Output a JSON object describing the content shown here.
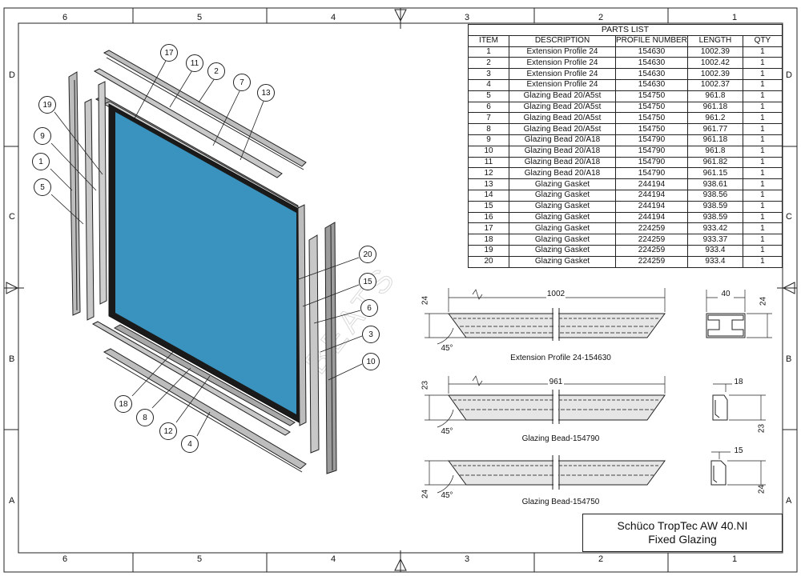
{
  "zones": {
    "top": [
      "6",
      "5",
      "4",
      "3",
      "2",
      "1"
    ],
    "bottom": [
      "6",
      "5",
      "4",
      "3",
      "2",
      "1"
    ],
    "left": [
      "D",
      "C",
      "B",
      "A"
    ],
    "right": [
      "D",
      "C",
      "B",
      "A"
    ]
  },
  "parts_list": {
    "title": "PARTS LIST",
    "headers": [
      "ITEM",
      "DESCRIPTION",
      "PROFILE NUMBER",
      "LENGTH",
      "QTY"
    ],
    "rows": [
      [
        "1",
        "Extension Profile 24",
        "154630",
        "1002.39",
        "1"
      ],
      [
        "2",
        "Extension Profile 24",
        "154630",
        "1002.42",
        "1"
      ],
      [
        "3",
        "Extension Profile 24",
        "154630",
        "1002.39",
        "1"
      ],
      [
        "4",
        "Extension Profile 24",
        "154630",
        "1002.37",
        "1"
      ],
      [
        "5",
        "Glazing Bead 20/A5st",
        "154750",
        "961.8",
        "1"
      ],
      [
        "6",
        "Glazing Bead 20/A5st",
        "154750",
        "961.18",
        "1"
      ],
      [
        "7",
        "Glazing Bead 20/A5st",
        "154750",
        "961.2",
        "1"
      ],
      [
        "8",
        "Glazing Bead 20/A5st",
        "154750",
        "961.77",
        "1"
      ],
      [
        "9",
        "Glazing Bead 20/A18",
        "154790",
        "961.18",
        "1"
      ],
      [
        "10",
        "Glazing Bead 20/A18",
        "154790",
        "961.8",
        "1"
      ],
      [
        "11",
        "Glazing Bead 20/A18",
        "154790",
        "961.82",
        "1"
      ],
      [
        "12",
        "Glazing Bead 20/A18",
        "154790",
        "961.15",
        "1"
      ],
      [
        "13",
        "Glazing Gasket",
        "244194",
        "938.61",
        "1"
      ],
      [
        "14",
        "Glazing Gasket",
        "244194",
        "938.56",
        "1"
      ],
      [
        "15",
        "Glazing Gasket",
        "244194",
        "938.59",
        "1"
      ],
      [
        "16",
        "Glazing Gasket",
        "244194",
        "938.59",
        "1"
      ],
      [
        "17",
        "Glazing Gasket",
        "224259",
        "933.42",
        "1"
      ],
      [
        "18",
        "Glazing Gasket",
        "224259",
        "933.37",
        "1"
      ],
      [
        "19",
        "Glazing Gasket",
        "224259",
        "933.4",
        "1"
      ],
      [
        "20",
        "Glazing Gasket",
        "224259",
        "933.4",
        "1"
      ]
    ]
  },
  "balloons": [
    "17",
    "11",
    "2",
    "7",
    "13",
    "19",
    "9",
    "1",
    "5",
    "20",
    "15",
    "6",
    "3",
    "10",
    "18",
    "8",
    "12",
    "4"
  ],
  "details": [
    {
      "length": "1002",
      "height": "24",
      "angle": "45°",
      "caption": "Extension Profile 24-154630",
      "section_width": "40",
      "section_height": "24"
    },
    {
      "length": "961",
      "height": "23",
      "angle": "45°",
      "caption": "Glazing Bead-154790",
      "section_width": "18",
      "section_height": "23"
    },
    {
      "height": "24",
      "angle": "45°",
      "caption": "Glazing Bead-154750",
      "section_width": "15",
      "section_height": "24"
    }
  ],
  "watermark": "BEATS",
  "title_block": {
    "line1": "Schüco TropTec AW 40.NI",
    "line2": "Fixed Glazing"
  },
  "colors": {
    "glass": "#3a93bf",
    "frame": "#1a1a1a",
    "profile": "#b5b5b5"
  }
}
